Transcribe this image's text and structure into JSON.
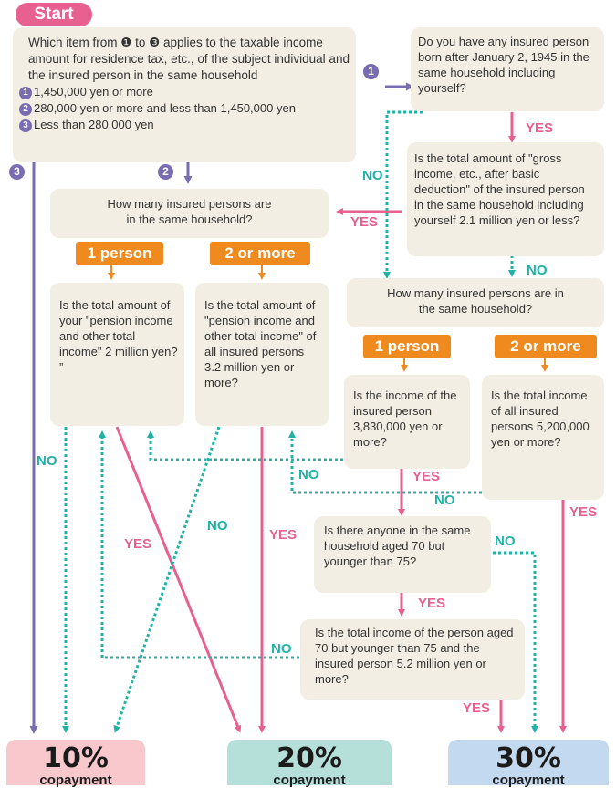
{
  "start_label": "Start",
  "q_income": {
    "text": "Which item from ❶ to ❸ applies to the taxable income amount for residence tax, etc., of the subject individual and the insured person in the same household",
    "opt1": "1,450,000 yen or more",
    "opt2": "280,000 yen or more and less than 1,450,000 yen",
    "opt3": "Less than 280,000 yen"
  },
  "q_born": {
    "text": "Do you have any insured person born after January 2, 1945 in the same household including yourself?"
  },
  "q_gross": {
    "text": "Is the total amount of \"gross income, etc., after basic deduction\" of the insured person in the same household including yourself 2.1 million yen or less?"
  },
  "q_count_left": {
    "text": "How many insured persons are in the same household?"
  },
  "q_count_right": {
    "text": "How many insured persons are in the same household?"
  },
  "tags": {
    "one_person": "1 person",
    "two_or_more": "2 or more"
  },
  "q_pension_one": {
    "text": "Is the total amount of your \"pension income and other total income\" 2 million yen? ”"
  },
  "q_pension_all": {
    "text": "Is the total amount of \"pension income and other total income\" of all insured persons 3.2 million yen or more?"
  },
  "q_income_one": {
    "text": "Is the income of the insured person 3,830,000 yen or more?"
  },
  "q_income_all": {
    "text": "Is the total income of all insured persons 5,200,000 yen or more?"
  },
  "q_age": {
    "text": "Is there anyone in the same household aged 70 but younger than 75?"
  },
  "q_age_income": {
    "text": "Is the total income of the person aged 70 but younger than 75 and the insured person 5.2 million yen or more?"
  },
  "markers": {
    "one": "1",
    "two": "2",
    "three": "3"
  },
  "labels": {
    "yes": "YES",
    "no": "NO"
  },
  "results": [
    {
      "percent": "10%",
      "caption": "copayment"
    },
    {
      "percent": "20%",
      "caption": "copayment"
    },
    {
      "percent": "30%",
      "caption": "copayment"
    }
  ],
  "colors": {
    "yes": "#e8608f",
    "no": "#20b2a6",
    "option": "#7a6cb0",
    "tag": "#ef8a1e",
    "box": "#f2eee3",
    "result10": "#f8c8cc",
    "result20": "#b5e0da",
    "result30": "#c3d9ef"
  }
}
